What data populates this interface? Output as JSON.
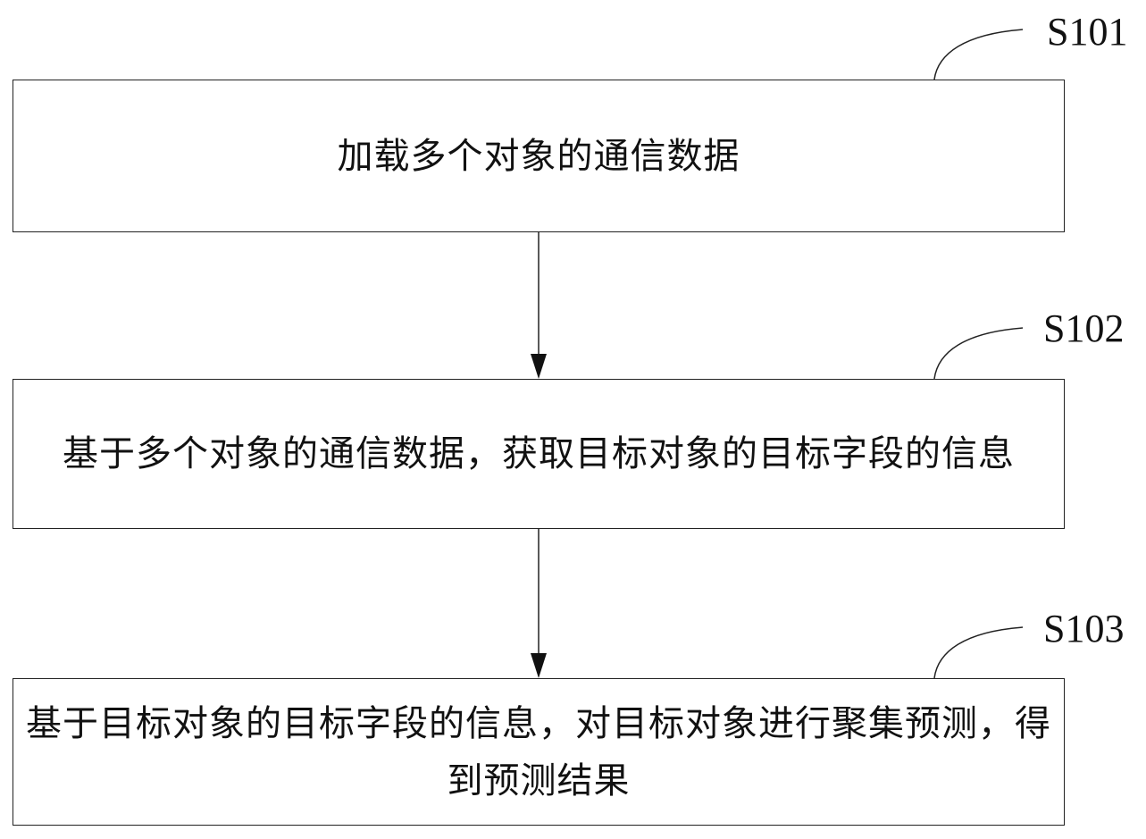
{
  "flowchart": {
    "steps": [
      {
        "id": "S101",
        "label": "S101",
        "text": "加载多个对象的通信数据"
      },
      {
        "id": "S102",
        "label": "S102",
        "text": "基于多个对象的通信数据，获取目标对象的目标字段的信息"
      },
      {
        "id": "S103",
        "label": "S103",
        "text": "基于目标对象的目标字段的信息，对目标对象进行聚集预测，得到预测结果"
      }
    ],
    "connections": [
      {
        "from": "S101",
        "to": "S102"
      },
      {
        "from": "S102",
        "to": "S103"
      }
    ]
  },
  "colors": {
    "line": "#222222",
    "text": "#111111",
    "background": "#ffffff"
  }
}
